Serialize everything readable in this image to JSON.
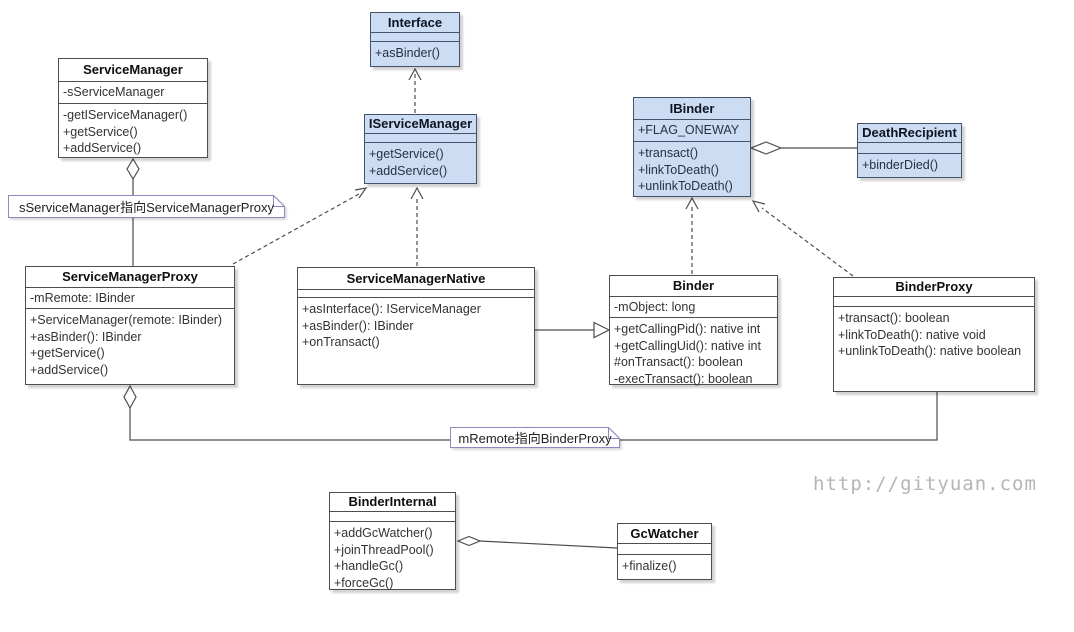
{
  "diagram_title": "Binder UML class diagram",
  "classes": {
    "interface": {
      "title": "Interface",
      "attributes": [],
      "methods": [
        "+asBinder()"
      ]
    },
    "iservicemanager": {
      "title": "IServiceManager",
      "attributes": [],
      "methods": [
        "+getService()",
        "+addService()"
      ]
    },
    "servicemanager": {
      "title": "ServiceManager",
      "attributes": [
        "-sServiceManager"
      ],
      "methods": [
        "-getIServiceManager()",
        "+getService()",
        "+addService()"
      ]
    },
    "ibinder": {
      "title": "IBinder",
      "attributes": [
        "+FLAG_ONEWAY"
      ],
      "methods": [
        "+transact()",
        "+linkToDeath()",
        "+unlinkToDeath()"
      ]
    },
    "deathrecipient": {
      "title": "DeathRecipient",
      "attributes": [],
      "methods": [
        "+binderDied()"
      ]
    },
    "servicemanagerproxy": {
      "title": "ServiceManagerProxy",
      "attributes": [
        "-mRemote: IBinder"
      ],
      "methods": [
        "+ServiceManager(remote: IBinder)",
        "+asBinder(): IBinder",
        "+getService()",
        "+addService()"
      ]
    },
    "servicemanagernative": {
      "title": "ServiceManagerNative",
      "attributes": [],
      "methods": [
        "+asInterface(): IServiceManager",
        "+asBinder(): IBinder",
        "+onTransact()"
      ]
    },
    "binder": {
      "title": "Binder",
      "attributes": [
        "-mObject: long"
      ],
      "methods": [
        "+getCallingPid(): native int",
        "+getCallingUid(): native int",
        "#onTransact(): boolean",
        "-execTransact(): boolean"
      ]
    },
    "binderproxy": {
      "title": "BinderProxy",
      "attributes": [],
      "methods": [
        "+transact(): boolean",
        "+linkToDeath(): native void",
        "+unlinkToDeath(): native boolean"
      ]
    },
    "binderinternal": {
      "title": "BinderInternal",
      "attributes": [],
      "methods": [
        "+addGcWatcher()",
        "+joinThreadPool()",
        "+handleGc()",
        "+forceGc()"
      ]
    },
    "gcwatcher": {
      "title": "GcWatcher",
      "attributes": [],
      "methods": [
        "+finalize()"
      ]
    }
  },
  "notes": {
    "note1": "sServiceManager指向ServiceManagerProxy",
    "note2": "mRemote指向BinderProxy"
  },
  "watermark": "http://gityuan.com",
  "colors": {
    "class_fill_blue": "#ccdcf3",
    "class_border_blue": "#44536b",
    "class_fill_white": "#ffffff",
    "class_border_white": "#4d4d4d",
    "note_border": "#8a8ac0",
    "watermark_text": "#b5b5b5"
  }
}
